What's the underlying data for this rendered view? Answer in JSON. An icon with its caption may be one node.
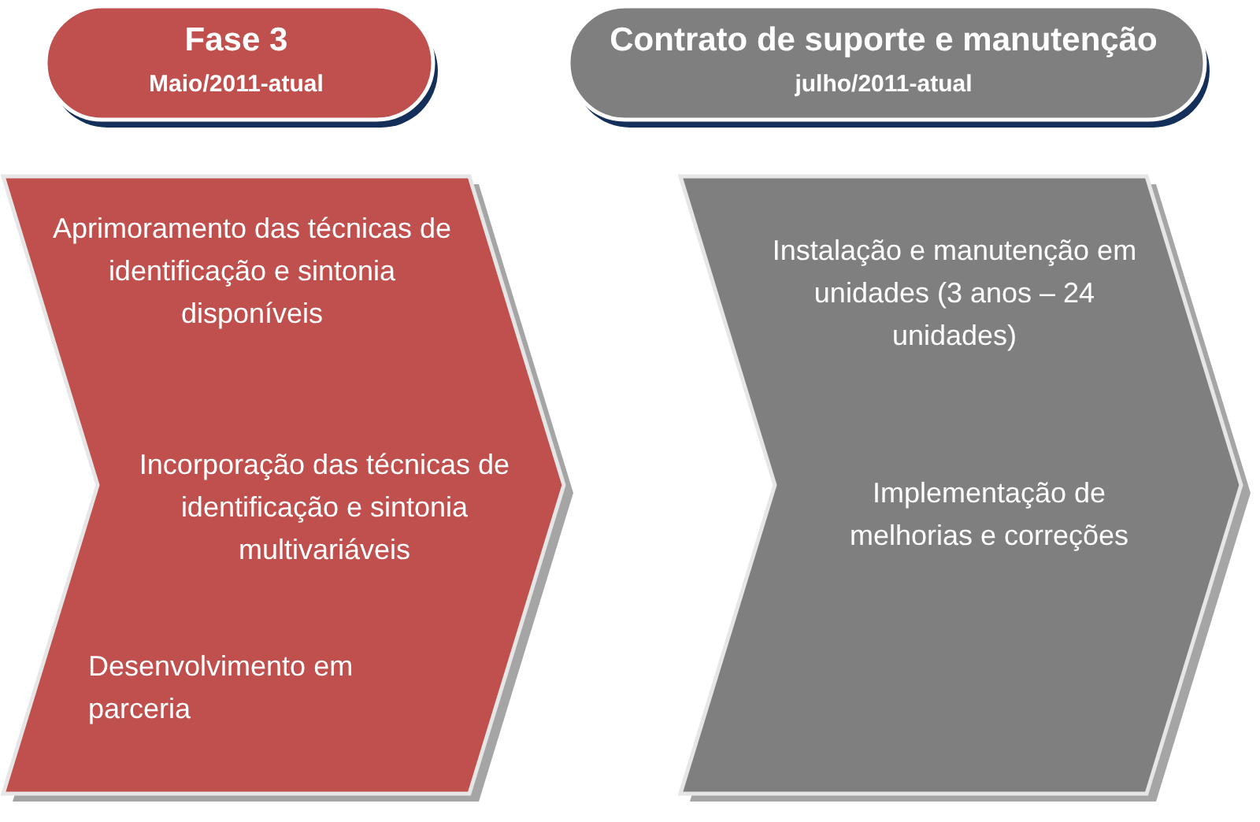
{
  "diagram": {
    "nodes": [
      {
        "text": [
          "Fase 3",
          "Maio/2011-atual"
        ]
      },
      {
        "text": [
          "Contrato de suporte e manutenção",
          "julho/2011-atual"
        ]
      },
      {
        "text": [
          "Aprimoramento das técnicas de identificação e sintonia disponíveis",
          "Incorporação das técnicas de identificação e sintonia multivariáveis",
          "Desenvolvimento em parceria"
        ]
      },
      {
        "text": [
          "Instalação e manutenção em unidades (3 anos – 24 unidades)",
          "Implementação de melhorias e correções"
        ]
      }
    ]
  }
}
